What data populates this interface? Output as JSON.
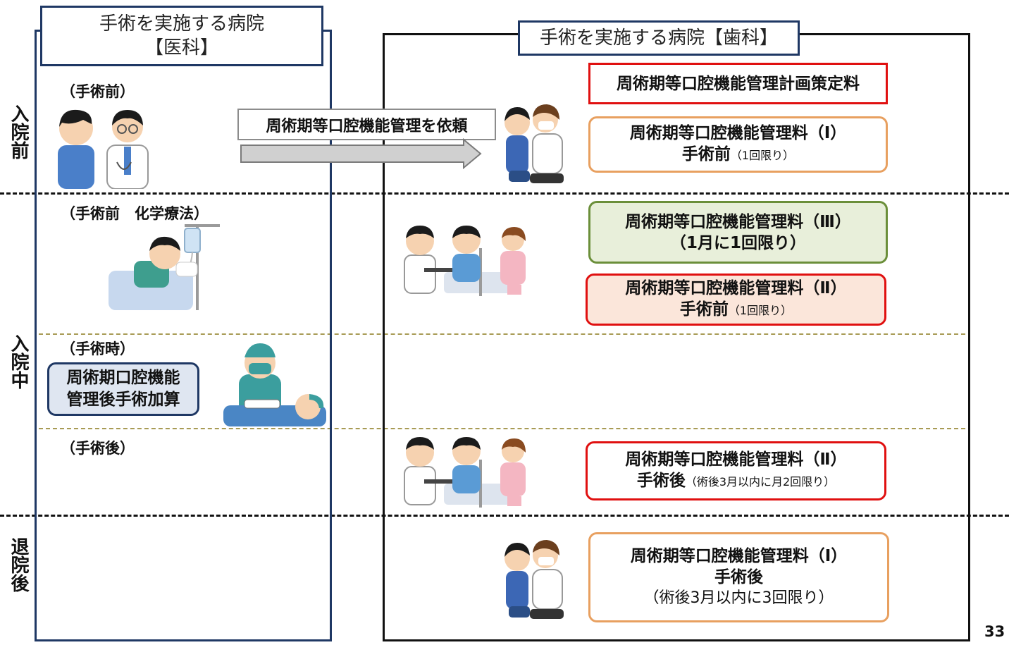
{
  "stages": {
    "before_admission": "入院前",
    "during_admission": "入院中",
    "after_discharge": "退院後"
  },
  "medical_hospital": {
    "title_line1": "手術を実施する病院",
    "title_line2": "【医科】",
    "phase_pre_op": "（手術前）",
    "phase_pre_op_chemo": "（手術前　化学療法）",
    "phase_during_op": "（手術時）",
    "surgical_addition_line1": "周術期口腔機能",
    "surgical_addition_line2": "管理後手術加算",
    "phase_post_op": "（手術後）"
  },
  "request": {
    "label": "周術期等口腔機能管理を依頼"
  },
  "dental_hospital": {
    "title": "手術を実施する病院【歯科】",
    "plan_fee": "周術期等口腔機能管理計画策定料",
    "fee_I_pre": {
      "main": "周術期等口腔機能管理料（Ⅰ）",
      "line2": "手術前",
      "note": "（1回限り）"
    },
    "fee_III": {
      "main": "周術期等口腔機能管理料（Ⅲ）",
      "line2": "（1月に1回限り）"
    },
    "fee_II_pre": {
      "main": "周術期等口腔機能管理料（Ⅱ）",
      "line2": "手術前",
      "note": "（1回限り）"
    },
    "fee_II_post": {
      "main": "周術期等口腔機能管理料（Ⅱ）",
      "line2": "手術後",
      "note": "（術後3月以内に月2回限り）"
    },
    "fee_I_post": {
      "main": "周術期等口腔機能管理料（Ⅰ）",
      "line2": "手術後",
      "line3": "（術後3月以内に3回限り）"
    }
  },
  "page_number": "33"
}
